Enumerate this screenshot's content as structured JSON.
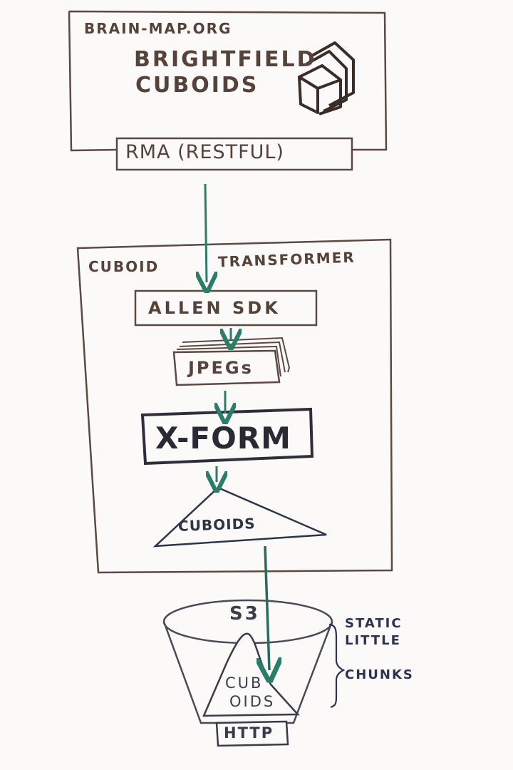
{
  "diagram": {
    "source": {
      "site": "BRAIN-MAP.ORG",
      "title_line1": "BRIGHTFIELD",
      "title_line2": "CUBOIDS",
      "api": "RMA (RESTFUL)"
    },
    "transformer": {
      "label_part1": "CUBOID",
      "label_part2": "TRANSFORMER",
      "step1": "ALLEN SDK",
      "step2": "JPEGs",
      "step3": "X-FORM",
      "step4": "CUBOIDS"
    },
    "storage": {
      "bucket": "S3",
      "content_line1": "CUB",
      "content_line2": "OIDS",
      "protocol": "HTTP",
      "note_line1": "STATIC",
      "note_line2": "LITTLE",
      "note_line3": "CHUNKS"
    },
    "colors": {
      "ink_brown": "#55423b",
      "ink_dark": "#2a2a34",
      "arrow_green": "#2a7d67",
      "note_navy": "#2c3350"
    }
  }
}
